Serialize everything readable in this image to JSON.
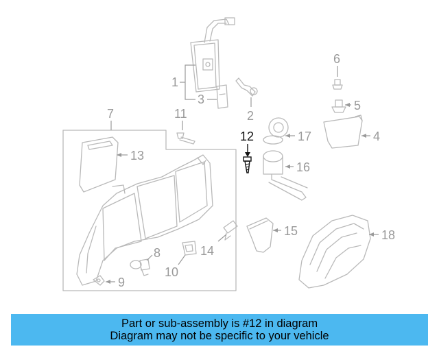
{
  "callouts": {
    "c1": "1",
    "c2": "2",
    "c3": "3",
    "c4": "4",
    "c5": "5",
    "c6": "6",
    "c7": "7",
    "c8": "8",
    "c9": "9",
    "c10": "10",
    "c11": "11",
    "c12": "12",
    "c13": "13",
    "c14": "14",
    "c15": "15",
    "c16": "16",
    "c17": "17",
    "c18": "18"
  },
  "highlighted_part": "12",
  "banner": {
    "line1": "Part or sub-assembly is #12 in diagram",
    "line2": "Diagram may not be specific to your vehicle"
  },
  "colors": {
    "banner_background": "#4cb8f0",
    "diagram_lines": "#b9b9b9",
    "highlight": "#111111"
  }
}
